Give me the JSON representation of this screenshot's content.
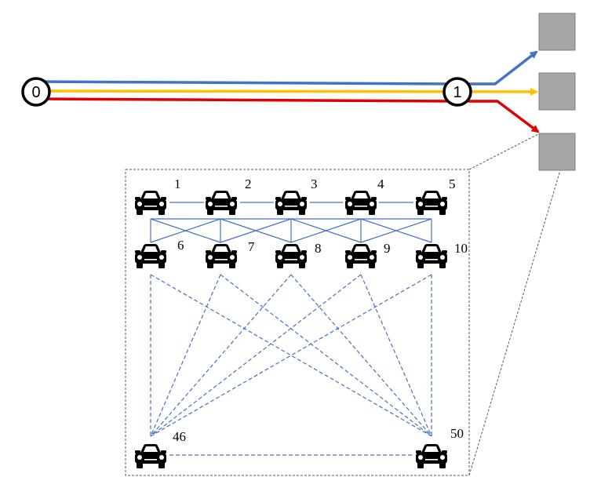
{
  "colors": {
    "route_blue": "#4472C4",
    "route_yellow": "#FFC000",
    "route_red": "#E00000",
    "box_fill": "#A6A6A6",
    "link_blue": "#4472C4",
    "frame": "#595959"
  },
  "nodes": [
    {
      "id": "node-0",
      "label": "0"
    },
    {
      "id": "node-1",
      "label": "1"
    }
  ],
  "cars": [
    {
      "id": "1",
      "label": "1"
    },
    {
      "id": "2",
      "label": "2"
    },
    {
      "id": "3",
      "label": "3"
    },
    {
      "id": "4",
      "label": "4"
    },
    {
      "id": "5",
      "label": "5"
    },
    {
      "id": "6",
      "label": "6"
    },
    {
      "id": "7",
      "label": "7"
    },
    {
      "id": "8",
      "label": "8"
    },
    {
      "id": "9",
      "label": "9"
    },
    {
      "id": "10",
      "label": "10"
    },
    {
      "id": "46",
      "label": "46"
    },
    {
      "id": "50",
      "label": "50"
    }
  ],
  "icons": {
    "car": "car-icon",
    "box": "lane-block-icon",
    "node": "node-circle-icon"
  }
}
